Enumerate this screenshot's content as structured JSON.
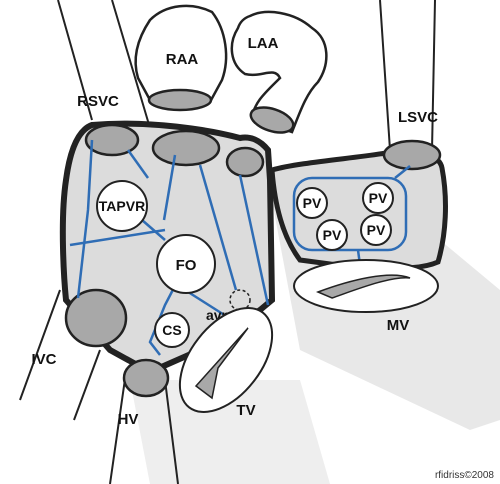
{
  "labels": {
    "raa": "RAA",
    "laa": "LAA",
    "rsvc": "RSVC",
    "lsvc": "LSVC",
    "tapvr": "TAPVR",
    "fo": "FO",
    "avn": "avn",
    "cs": "CS",
    "ivc": "IVC",
    "hv": "HV",
    "tv": "TV",
    "mv": "MV",
    "pv": [
      "PV",
      "PV",
      "PV",
      "PV"
    ]
  },
  "credit": "rfidriss©2008",
  "colors": {
    "chamber_fill": "#dcdcdc",
    "outline": "#222222",
    "vessel_lines": "#2f6db5",
    "background_shadow": "#e6e6e6",
    "vessel_fill": "#a8a8a8"
  }
}
